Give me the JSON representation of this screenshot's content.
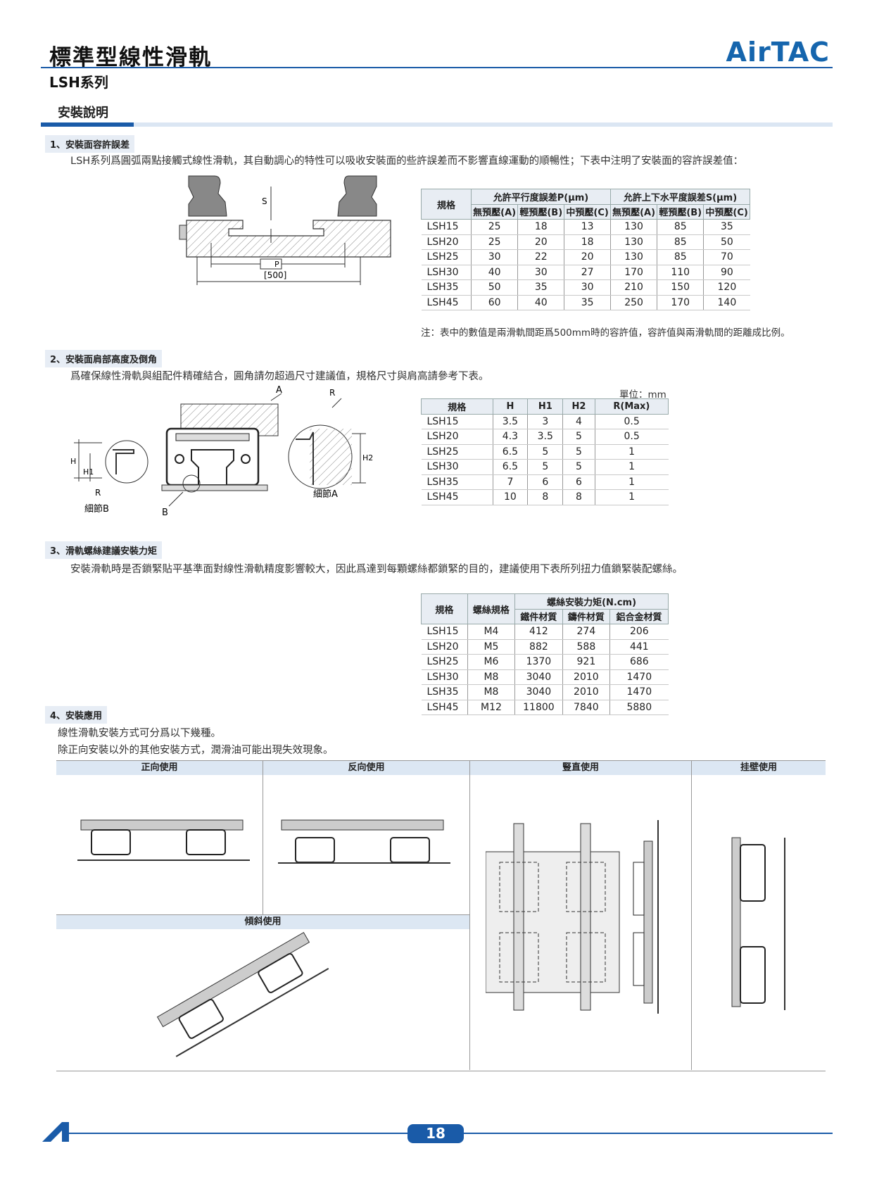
{
  "header": {
    "title": "標準型線性滑軌",
    "series": "LSH系列",
    "brand": "AirTAC",
    "section": "安裝說明"
  },
  "s1": {
    "title": "1、安裝面容許誤差",
    "desc": "LSH系列爲圓弧兩點接觸式線性滑軌，其自動調心的特性可以吸收安裝面的些許誤差而不影響直線運動的順暢性；下表中注明了安裝面的容許誤差值：",
    "fig_s": "S",
    "fig_p": "P",
    "fig_500": "[500]",
    "col_spec": "規格",
    "col_p": "允許平行度誤差P(μm)",
    "col_s": "允許上下水平度誤差S(μm)",
    "sub_a": "無預壓(A)",
    "sub_b": "輕預壓(B)",
    "sub_c": "中預壓(C)",
    "rows": [
      [
        "LSH15",
        "25",
        "18",
        "13",
        "130",
        "85",
        "35"
      ],
      [
        "LSH20",
        "25",
        "20",
        "18",
        "130",
        "85",
        "50"
      ],
      [
        "LSH25",
        "30",
        "22",
        "20",
        "130",
        "85",
        "70"
      ],
      [
        "LSH30",
        "40",
        "30",
        "27",
        "170",
        "110",
        "90"
      ],
      [
        "LSH35",
        "50",
        "35",
        "30",
        "210",
        "150",
        "120"
      ],
      [
        "LSH45",
        "60",
        "40",
        "35",
        "250",
        "170",
        "140"
      ]
    ],
    "note": "注：表中的數值是兩滑軌間距爲500mm時的容許值，容許值與兩滑軌間的距離成比例。"
  },
  "s2": {
    "title": "2、安裝面肩部高度及倒角",
    "desc": "爲確保線性滑軌與組配件精確結合，圓角請勿超過尺寸建議值，規格尺寸與肩高請參考下表。",
    "unit": "單位：mm",
    "headers": [
      "規格",
      "H",
      "H1",
      "H2",
      "R(Max)"
    ],
    "rows": [
      [
        "LSH15",
        "3.5",
        "3",
        "4",
        "0.5"
      ],
      [
        "LSH20",
        "4.3",
        "3.5",
        "5",
        "0.5"
      ],
      [
        "LSH25",
        "6.5",
        "5",
        "5",
        "1"
      ],
      [
        "LSH30",
        "6.5",
        "5",
        "5",
        "1"
      ],
      [
        "LSH35",
        "7",
        "6",
        "6",
        "1"
      ],
      [
        "LSH45",
        "10",
        "8",
        "8",
        "1"
      ]
    ],
    "fig_h": "H",
    "fig_h1": "H1",
    "fig_h2": "H2",
    "fig_r": "R",
    "fig_a": "A",
    "fig_b": "B",
    "detail_b": "細節B",
    "detail_a": "細節A"
  },
  "s3": {
    "title": "3、滑軌螺絲建議安裝力矩",
    "desc": "安裝滑軌時是否鎖緊貼平基準面對線性滑軌精度影響較大，因此爲達到每顆螺絲都鎖緊的目的，建議使用下表所列扭力值鎖緊裝配螺絲。",
    "col_spec": "規格",
    "col_screw": "螺絲規格",
    "col_torque": "螺絲安裝力矩(N.cm)",
    "sub_1": "鐵件材質",
    "sub_2": "鑄件材質",
    "sub_3": "鋁合金材質",
    "rows": [
      [
        "LSH15",
        "M4",
        "412",
        "274",
        "206"
      ],
      [
        "LSH20",
        "M5",
        "882",
        "588",
        "441"
      ],
      [
        "LSH25",
        "M6",
        "1370",
        "921",
        "686"
      ],
      [
        "LSH30",
        "M8",
        "3040",
        "2010",
        "1470"
      ],
      [
        "LSH35",
        "M8",
        "3040",
        "2010",
        "1470"
      ],
      [
        "LSH45",
        "M12",
        "11800",
        "7840",
        "5880"
      ]
    ]
  },
  "s4": {
    "title": "4、安裝應用",
    "desc1": "線性滑軌安裝方式可分爲以下幾種。",
    "desc2": "除正向安裝以外的其他安裝方式，潤滑油可能出現失效現象。",
    "labels": [
      "正向使用",
      "反向使用",
      "豎直使用",
      "挂壁使用",
      "傾斜使用"
    ]
  },
  "footer": {
    "page": "18"
  }
}
